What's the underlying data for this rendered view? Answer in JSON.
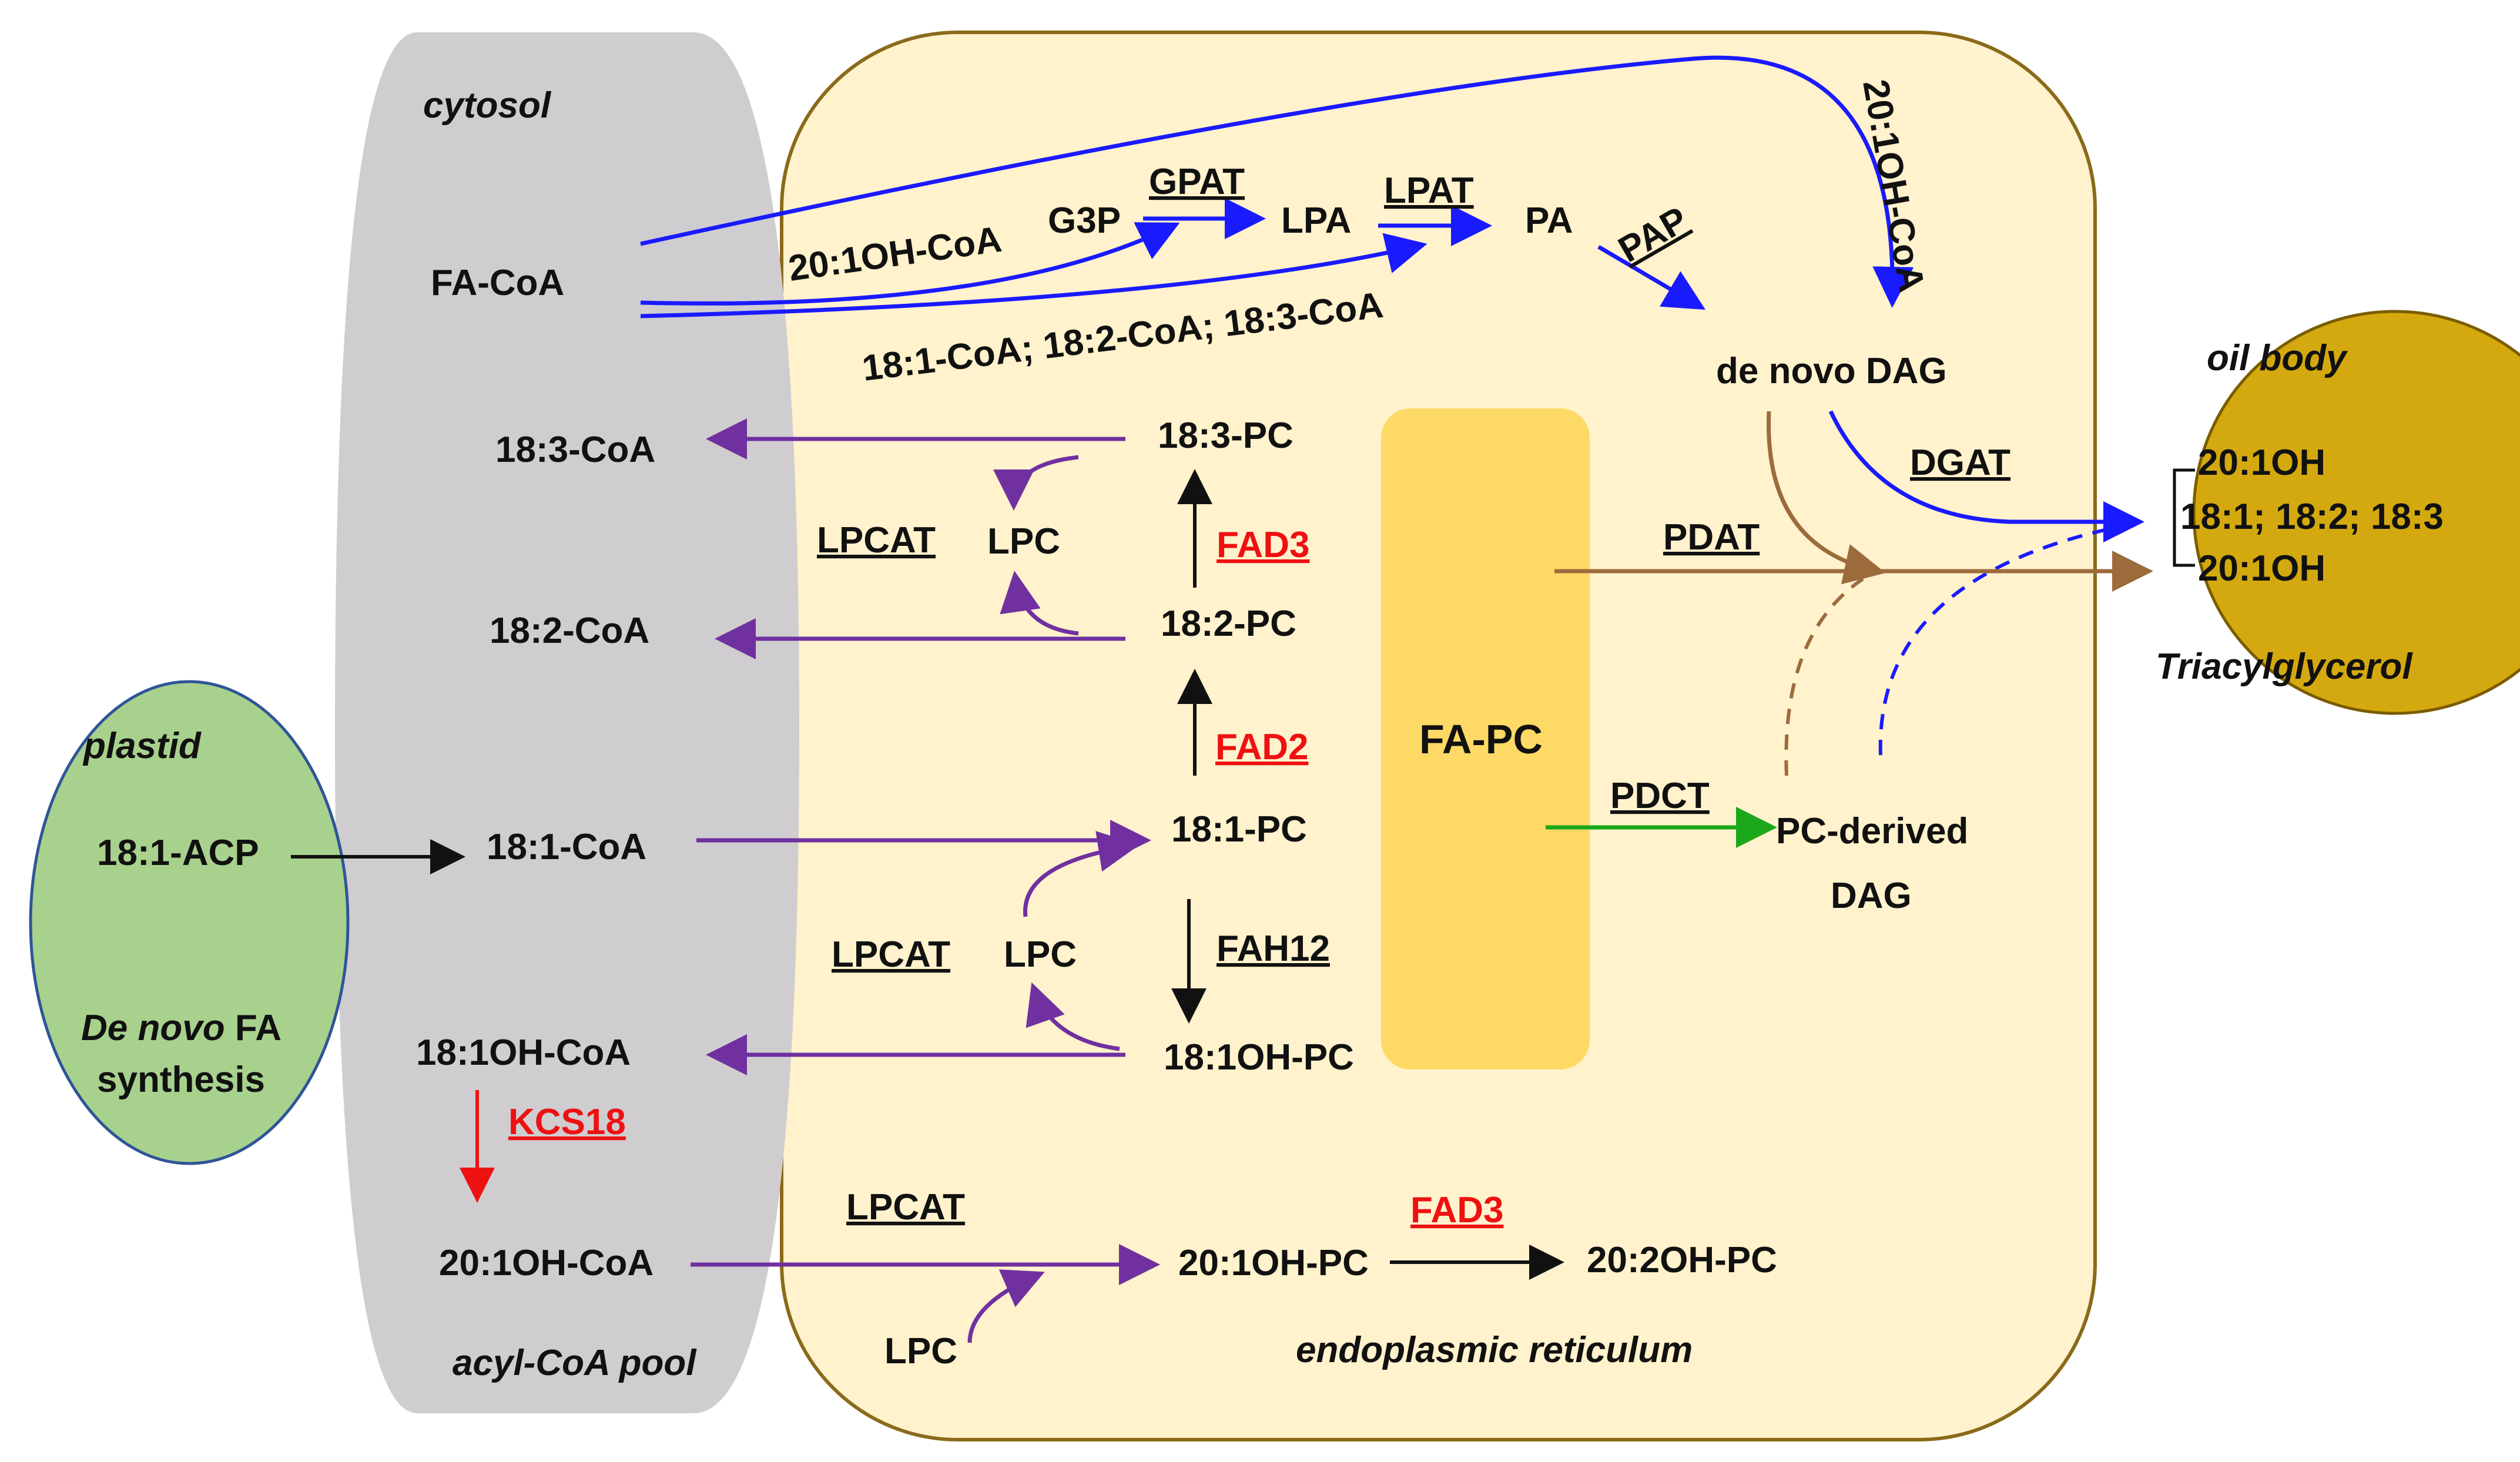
{
  "colors": {
    "cytosol": "#cfcdd0",
    "er": "#fff2cc",
    "er_border": "#8a6a1a",
    "plastid": "#a8d18d",
    "plastid_border": "#2f5597",
    "oil_body": "#d4a90f",
    "oil_body_border": "#7a5c00",
    "fa_pc": "#ffd966",
    "arrow_blue": "#1a1aff",
    "arrow_purple": "#7030a0",
    "arrow_brown": "#9c6b3c",
    "arrow_green": "#1aa81a",
    "arrow_red": "#ee1111",
    "arrow_black": "#111111"
  },
  "compartments": {
    "cytosol": "cytosol",
    "acyl_coa_pool": "acyl-CoA pool",
    "plastid": "plastid",
    "de_novo_word": "De novo",
    "fa_word": " FA",
    "synthesis": "synthesis",
    "oil_body": "oil body",
    "triacylglycerol": "Triacylglycerol",
    "er": "endoplasmic reticulum"
  },
  "metabolites": {
    "fa_coa": "FA-CoA",
    "c18_3_coa": "18:3-CoA",
    "c18_2_coa": "18:2-CoA",
    "c18_1_coa": "18:1-CoA",
    "c18_1oh_coa": "18:1OH-CoA",
    "c20_1oh_coa": "20:1OH-CoA",
    "c18_1_acp": "18:1-ACP",
    "c20_1oh_coa_er": "20:1OH-CoA",
    "g3p": "G3P",
    "lpa": "LPA",
    "pa": "PA",
    "c20_1oh_coa_rot": "20:1OH-CoA",
    "mixed_coa": "18:1-CoA; 18:2-CoA; 18:3-CoA",
    "de_novo_dag": "de novo DAG",
    "c18_3_pc": "18:3-PC",
    "c18_2_pc": "18:2-PC",
    "c18_1_pc": "18:1-PC",
    "c18_1oh_pc": "18:1OH-PC",
    "c20_1oh_pc": "20:1OH-PC",
    "c20_2oh_pc": "20:2OH-PC",
    "lpc_top": "LPC",
    "lpc_mid": "LPC",
    "lpc_bottom": "LPC",
    "fa_pc": "FA-PC",
    "pc_derived": "PC-derived",
    "dag": "DAG",
    "tag_1": "20:1OH",
    "tag_2": "18:1; 18:2; 18:3",
    "tag_3": "20:1OH"
  },
  "enzymes": {
    "gpat": "GPAT",
    "lpat": "LPAT",
    "pap": "PAP",
    "dgat": "DGAT",
    "pdat": "PDAT",
    "pdct": "PDCT",
    "lpcat_top": "LPCAT",
    "lpcat_mid": "LPCAT",
    "lpcat_bottom": "LPCAT",
    "fad3_top": "FAD3",
    "fad2": "FAD2",
    "fah12": "FAH12",
    "kcs18": "KCS18",
    "fad3_bottom": "FAD3"
  }
}
